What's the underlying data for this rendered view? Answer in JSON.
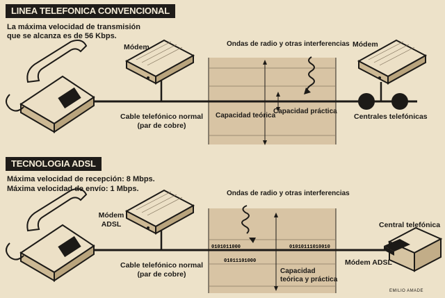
{
  "top": {
    "title": "LINEA TELEFONICA CONVENCIONAL",
    "subtitle_line1": "La máxima velocidad de transmisión",
    "subtitle_line2": "que se alcanza es de 56 Kbps.",
    "modem_left": "Módem",
    "modem_right": "Módem",
    "interference": "Ondas de radio y otras interferencias",
    "cable_line1": "Cable telefónico normal",
    "cable_line2": "(par de cobre)",
    "capacity_theoretical": "Capacidad teórica",
    "capacity_practical": "Capacidad práctica",
    "exchanges": "Centrales telefónicas"
  },
  "bottom": {
    "title": "TECNOLOGIA ADSL",
    "subtitle_line1": "Máxima velocidad de recepción: 8 Mbps.",
    "subtitle_line2": "Máxima velocidad de envío: 1 Mbps.",
    "modem_line1": "Módem",
    "modem_line2": "ADSL",
    "interference": "Ondas de radio y otras interferencias",
    "exchange": "Central telefónica",
    "cable_line1": "Cable telefónico normal",
    "cable_line2": "(par de cobre)",
    "capacity_line1": "Capacidad",
    "capacity_line2": "teórica y práctica",
    "modem_adsl": "Módem ADSL",
    "bits_left": "0101011000",
    "bits_right": "01010111010010",
    "bits_lower": "01011101000",
    "credit": "EMILIO AMADE"
  },
  "colors": {
    "paper": "#ede2c9",
    "band": "#d9c5a6",
    "ink": "#1c1a17"
  }
}
